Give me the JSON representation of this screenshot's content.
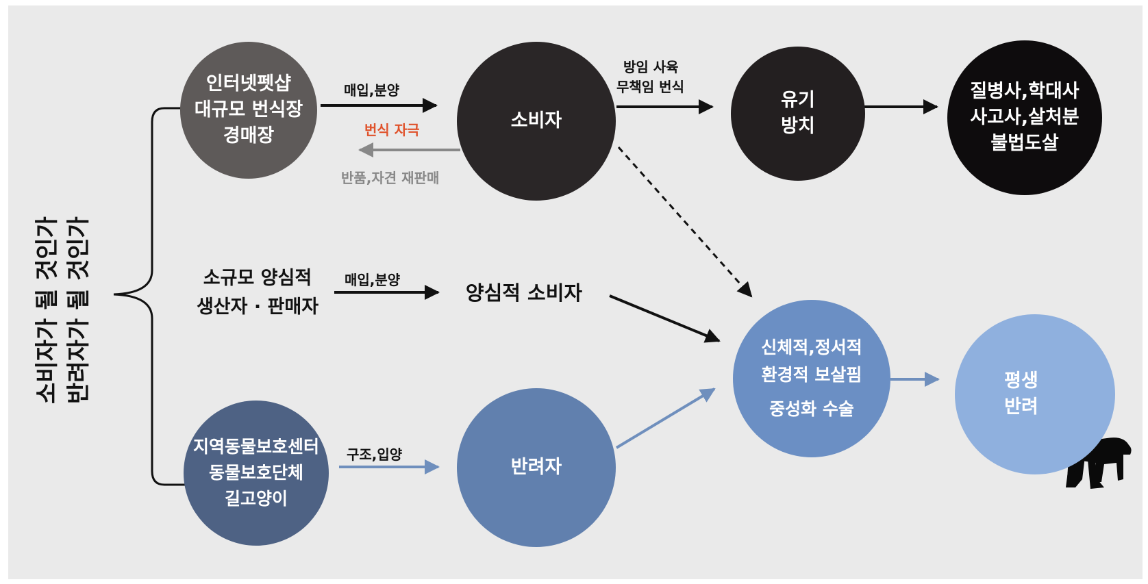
{
  "side_title": {
    "line1": "소비자가 될 것인가",
    "line2": "반려자가 될 것인가"
  },
  "nodes": {
    "petshop": {
      "line1": "인터넷펫샵",
      "line2": "대규모 번식장",
      "line3": "경매장",
      "fill": "#5e5a59"
    },
    "consumer": {
      "label": "소비자",
      "fill": "#2a2627"
    },
    "abandon": {
      "line1": "유기",
      "line2": "방치",
      "fill": "#231f20"
    },
    "death": {
      "line1": "질병사,학대사",
      "line2": "사고사,살처분",
      "line3": "불법도살",
      "fill": "#0e0c0d"
    },
    "small_seller": {
      "line1": "소규모 양심적",
      "line2": "생산자 · 판매자"
    },
    "conscious_consumer": {
      "label": "양심적 소비자"
    },
    "shelter": {
      "line1": "지역동물보호센터",
      "line2": "동물보호단체",
      "line3": "길고양이",
      "fill": "#4e6284"
    },
    "companion": {
      "label": "반려자",
      "fill": "#6180ae"
    },
    "care": {
      "line1": "신체적,정서적",
      "line2": "환경적 보살핌",
      "line3": "중성화 수술",
      "fill": "#6b8fc4"
    },
    "lifelong": {
      "line1": "평생",
      "line2": "반려",
      "fill": "#8fb0de"
    }
  },
  "edges": {
    "petshop_to_consumer": "매입,분양",
    "breeding_stimulus": "번식 자극",
    "return_resale": "반품,자견 재판매",
    "consumer_to_abandon_line1": "방임 사육",
    "consumer_to_abandon_line2": "무책임 번식",
    "small_to_conscious": "매입,분양",
    "shelter_to_companion": "구조,입양"
  },
  "colors": {
    "background": "#eaeaea",
    "dark_arrow": "#111111",
    "return_arrow": "#888888",
    "stimulus_text": "#e0522b",
    "blue_arrow": "#6f8fbd"
  },
  "icons": [
    "brace-icon",
    "person-with-guide-dog-icon"
  ]
}
